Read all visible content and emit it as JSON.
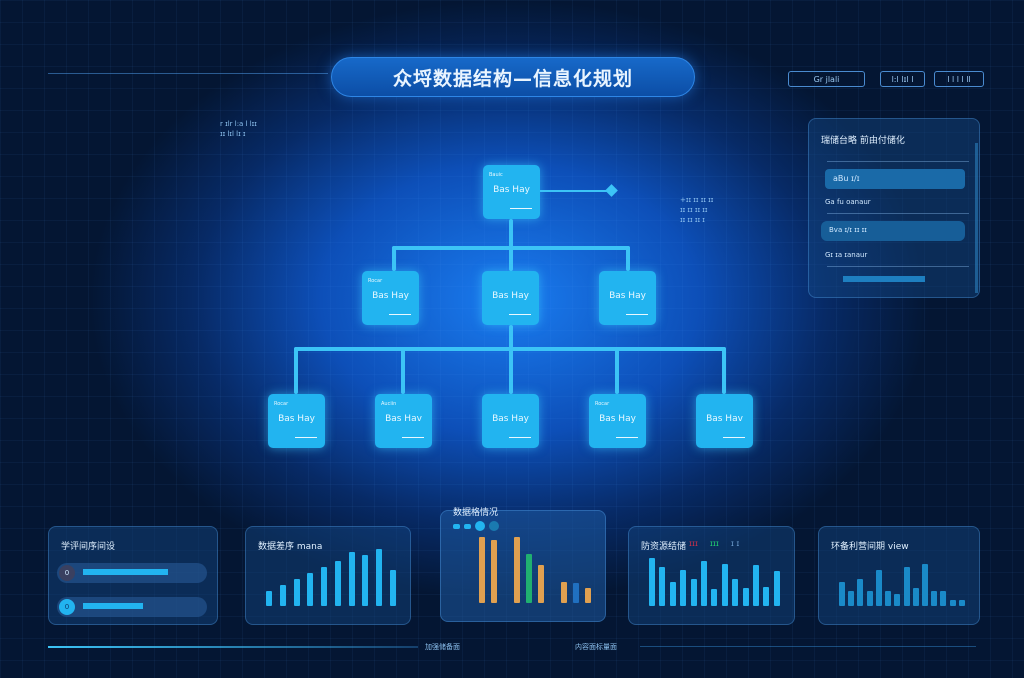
{
  "header": {
    "title": "众埒数据结构—信息化规划",
    "buttons": [
      "Gr jlali",
      "l:l lɪl l",
      "l l l l ll"
    ]
  },
  "side_notes": {
    "top_left": [
      "r ɪlr l:a l lɪɪ",
      "ɪɪ lɪl lɪ ɪ"
    ],
    "right": [
      "+ɪɪ ɪɪ ɪɪ ɪɪ",
      "ɪɪ ɪɪ ɪɪ ɪɪ",
      "ɪɪ ɪɪ ɪɪ ɪ"
    ]
  },
  "tree": {
    "root": {
      "tag": "Bauic",
      "label": "Bas Hay"
    },
    "level2": [
      {
        "tag": "Rocar",
        "label": "Bas Hay"
      },
      {
        "tag": "",
        "label": "Bas Hay"
      },
      {
        "tag": "",
        "label": "Bas Hay"
      }
    ],
    "level3": [
      {
        "tag": "Rocar",
        "label": "Bas Hay"
      },
      {
        "tag": "Auciin",
        "label": "Bas Hav"
      },
      {
        "tag": "",
        "label": "Bas Hay"
      },
      {
        "tag": "Rocar",
        "label": "Bas Hay"
      },
      {
        "tag": "",
        "label": "Bas Hav"
      }
    ]
  },
  "right_panel": {
    "title": "瑞储台略 前由付储化",
    "field1": "aBu ɪ/ɪ",
    "label2": "Ga fu oanaur",
    "field2": "Bva ɪ/ɪ ɪɪ ɪɪ",
    "label3": "Gɪ ɪa ɪanaur"
  },
  "panels": {
    "p1": {
      "title": "学评间序间设",
      "rows": [
        {
          "icon": "0",
          "value": 0.85
        },
        {
          "icon": "0",
          "value": 0.6
        }
      ]
    },
    "p2": {
      "title": "数据差序 mana"
    },
    "p3": {
      "title": "数据格情况"
    },
    "p4": {
      "title": "防资源结储",
      "legend": [
        {
          "label": "ɪɪɪ",
          "color": "#d0304a"
        },
        {
          "label": "ɪɪɪ",
          "color": "#20d070"
        },
        {
          "label": "ɪ ɪ",
          "color": "#6f9fd0"
        }
      ]
    },
    "p5": {
      "title": "环备利营间期 view"
    }
  },
  "footer": {
    "left": "加强储备面",
    "right": "内容面标量面"
  },
  "colors": {
    "accent": "#22b4f0",
    "orange": "#e0a050",
    "green": "#20b070"
  },
  "chart_data": [
    {
      "type": "bar",
      "title": "数据差序 mana",
      "values": [
        25,
        35,
        45,
        55,
        65,
        75,
        90,
        85,
        95,
        60
      ],
      "color": "#22b4f0"
    },
    {
      "type": "bar",
      "title": "数据格情况",
      "values": [
        95,
        90,
        0,
        95,
        70,
        55,
        0,
        30,
        28,
        22
      ],
      "colors": [
        "#e0a050",
        "#e0a050",
        "#e0a050",
        "#e0a050",
        "#20b070",
        "#e0a050",
        "#e0a050",
        "#e0a050",
        "#2070c0",
        "#e0a050"
      ]
    },
    {
      "type": "bar",
      "title": "防资源结储",
      "values": [
        80,
        65,
        40,
        60,
        45,
        75,
        28,
        70,
        45,
        30,
        68,
        32,
        58
      ],
      "color": "#22b4f0"
    },
    {
      "type": "bar",
      "title": "环备利营间期 view",
      "values": [
        40,
        25,
        45,
        25,
        60,
        25,
        20,
        65,
        30,
        70,
        25,
        25,
        10,
        10
      ],
      "color": "#1a8ac8"
    }
  ]
}
